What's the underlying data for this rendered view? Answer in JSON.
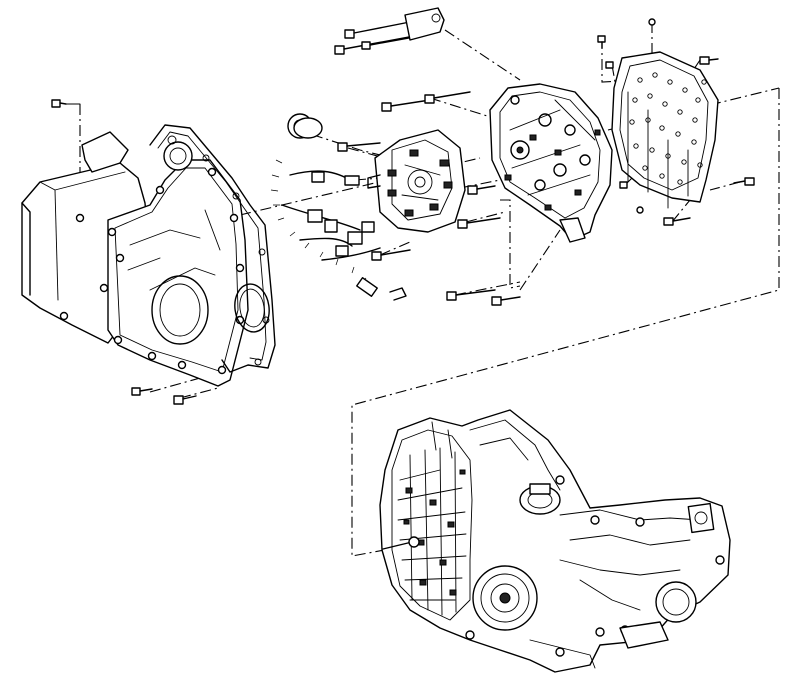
{
  "diagram": {
    "kind": "exploded-view-line-drawing",
    "stroke_color": "#000000",
    "background_color": "#ffffff",
    "components": [
      "side-cover",
      "side-cover-gasket",
      "seal-ring",
      "wiring-harness",
      "pressure-switch-assembly",
      "control-valve-body",
      "spacer-plate",
      "transaxle-assembly",
      "fasteners"
    ]
  }
}
